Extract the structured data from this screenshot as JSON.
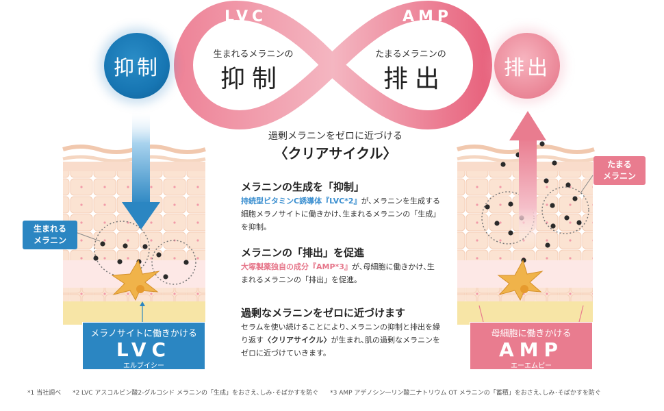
{
  "colors": {
    "blue": "#2b86c2",
    "pink": "#e97c8f",
    "loop_pink": "#e8657f"
  },
  "icons": [
    "infinity-loop",
    "down-arrow",
    "up-arrow",
    "skin-layers",
    "melanocyte-cell",
    "melanin-dots"
  ],
  "left_circle": "抑制",
  "right_circle": "排出",
  "loop": {
    "left_word": "LVC",
    "right_word": "AMP",
    "left_sub": "生まれるメラニンの",
    "left_big": "抑制",
    "right_sub": "たまるメラニンの",
    "right_big": "排出"
  },
  "center": {
    "subtitle": "過剰メラニンをゼロに近づける",
    "title": "〈クリアサイクル〉"
  },
  "sections": [
    {
      "heading": "メラニンの生成を「抑制」",
      "highlight": "持続型ビタミンC誘導体『LVC*2』",
      "body": "が､メラニンを生成する細胞メラノサイトに働きかけ､生まれるメラニンの「生成」を抑制。"
    },
    {
      "heading": "メラニンの「排出」を促進",
      "highlight": "大塚製薬独自の成分『AMP*3』",
      "body": "が､母細胞に働きかけ､生まれるメラニンの「排出」を促進。"
    },
    {
      "heading": "過剰なメラニンをゼロに近づけます",
      "body_pre": "セラムを使い続けることにより､メラニンの抑制と排出を繰り返す",
      "body_bold": "〈クリアサイクル〉",
      "body_post": "が生まれ､肌の過剰なメラニンをゼロに近づけていきます。"
    }
  ],
  "left_tag": "生まれる\nメラニン",
  "right_tag": "たまる\nメラニン",
  "left_box": {
    "top": "メラノサイトに働きかける",
    "big": "LVC",
    "kana": "エルブイシー"
  },
  "right_box": {
    "top": "母細胞に働きかける",
    "big": "AMP",
    "kana": "エーエムピー"
  },
  "footnotes": [
    "*1 当社調べ",
    "*2 LVC アスコルビン酸2-グルコシド メラニンの「生成」をおさえ､しみ･そばかすを防ぐ",
    "*3 AMP アデノシン一リン酸二ナトリウム OT メラニンの「蓄積」をおさえ､しみ･そばかすを防ぐ"
  ]
}
